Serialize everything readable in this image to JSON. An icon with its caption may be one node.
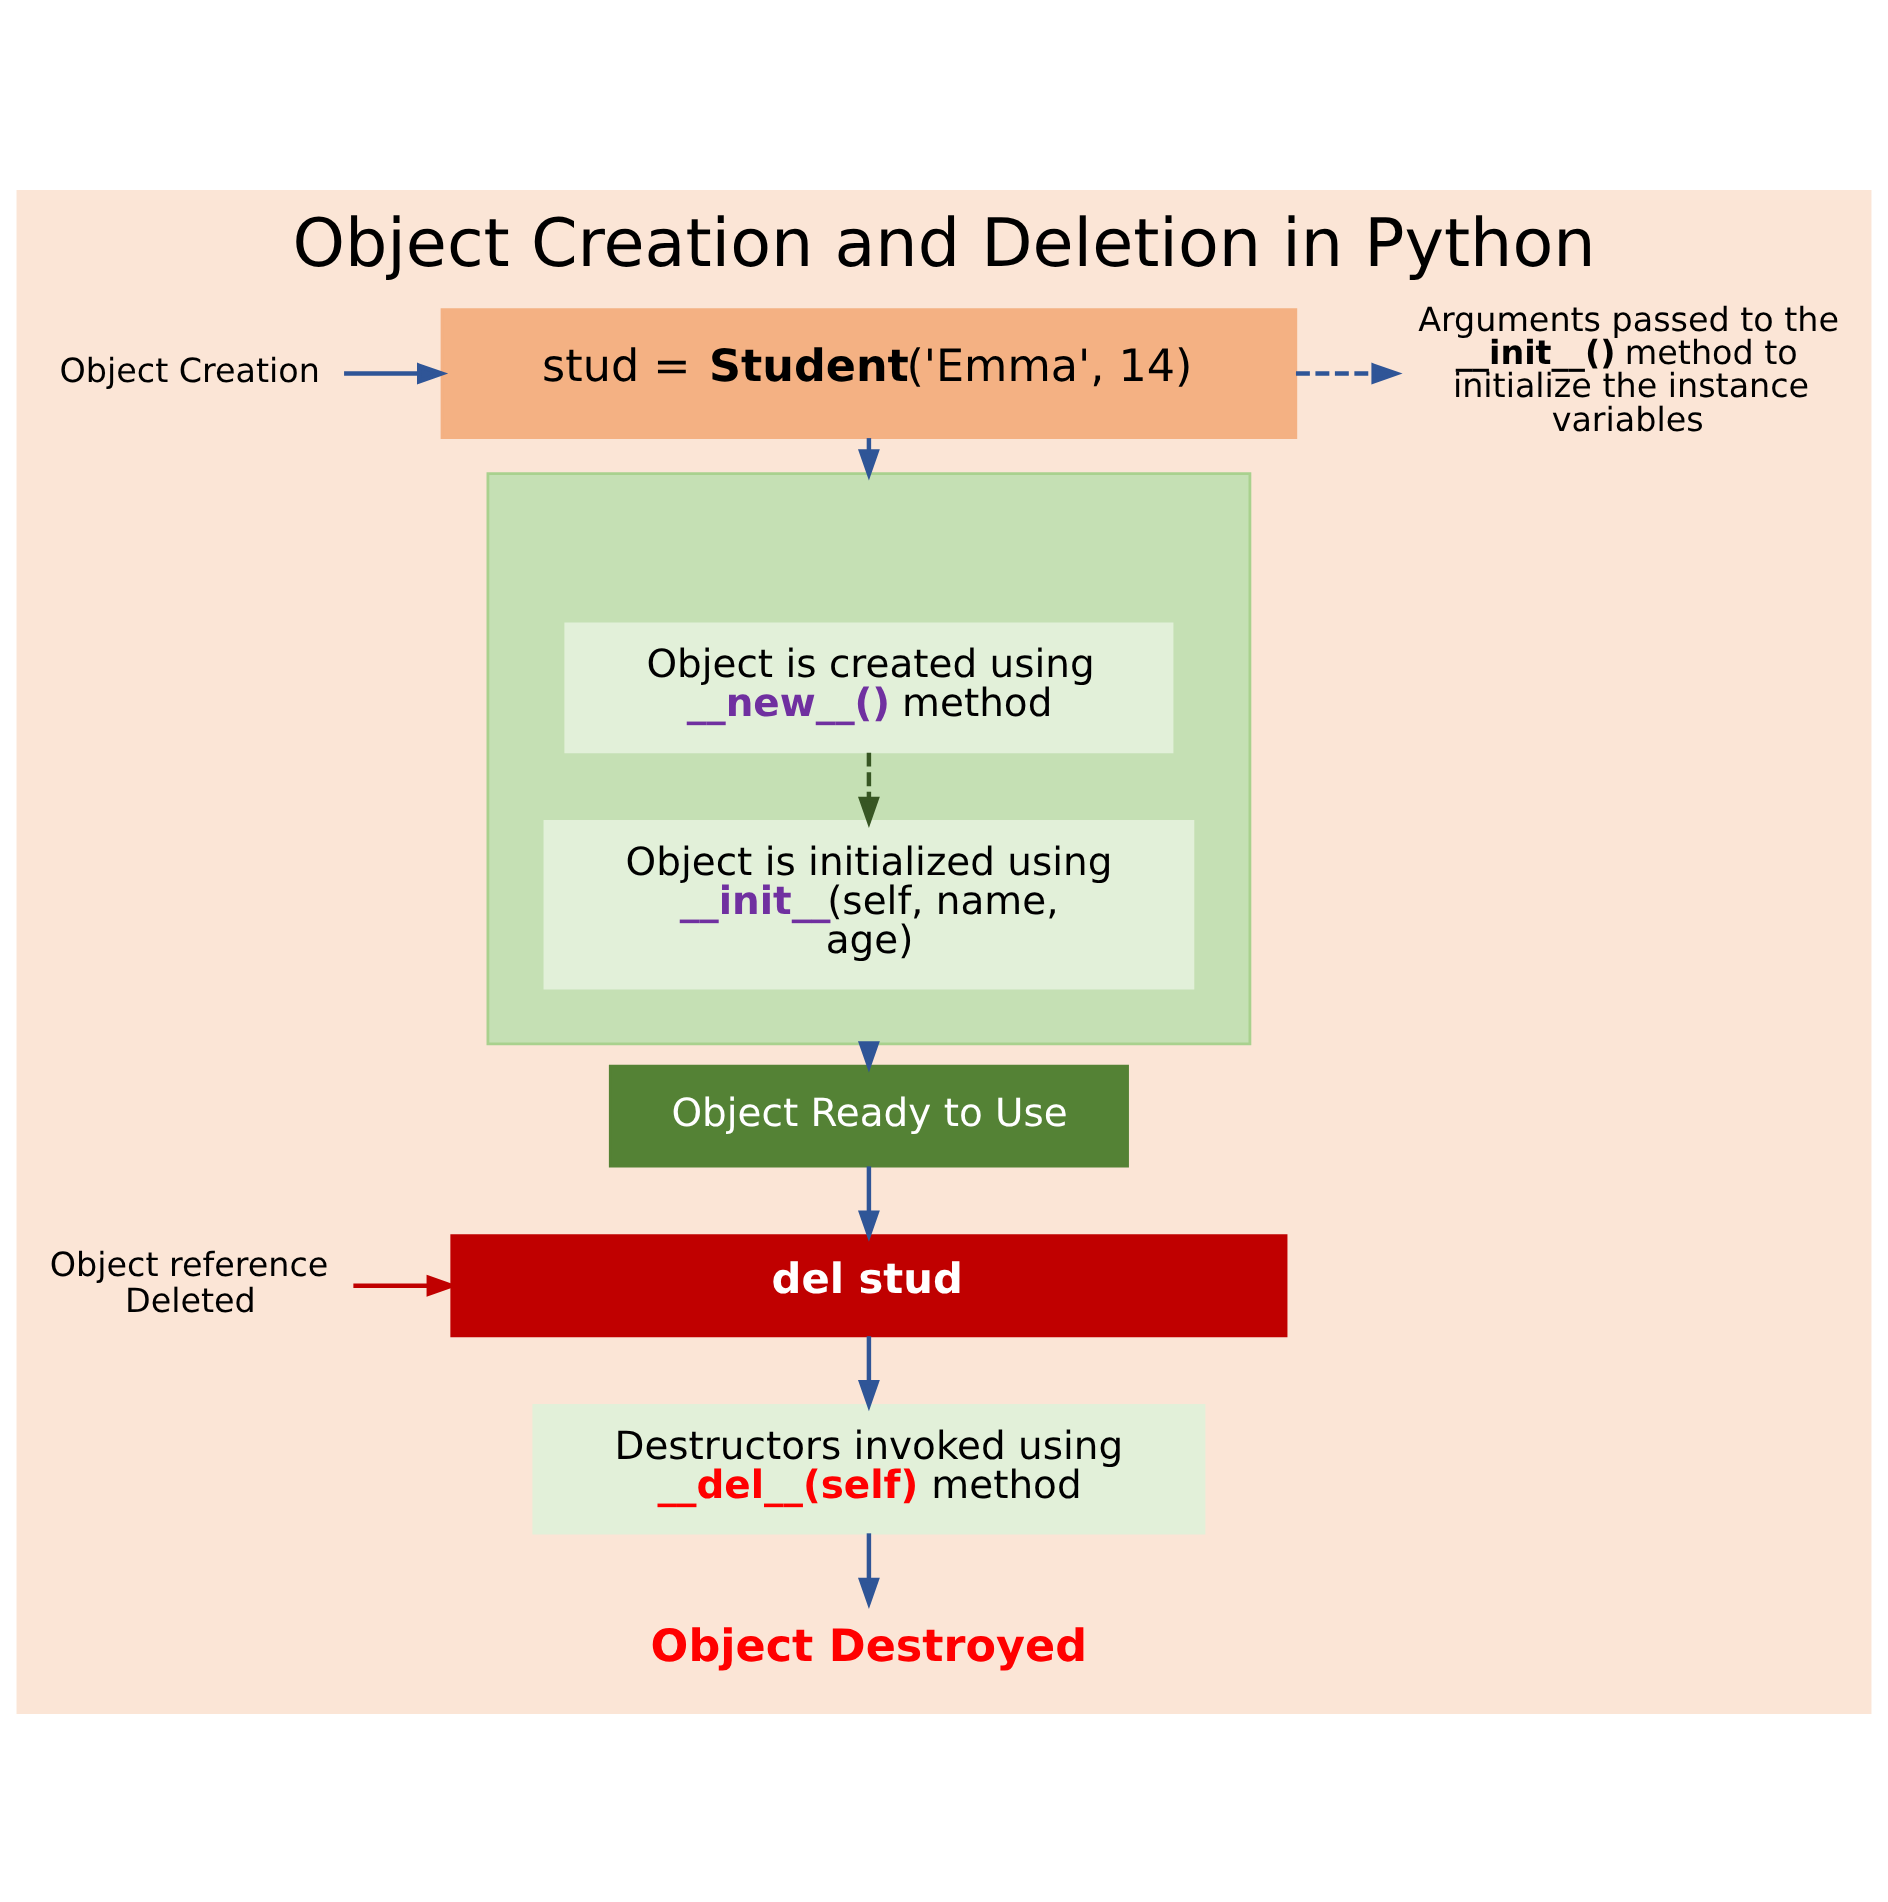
{
  "diagram": {
    "title": "Object Creation and Deletion in Python",
    "nodes": [
      {
        "text": [
          "Object Creation"
        ]
      },
      {
        "text": [
          "stud = **Student**('Emma', 14)"
        ]
      },
      {
        "text": [
          "Arguments passed to the **__init__()** method to initialize the instance variables"
        ]
      },
      {
        "text": [],
        "shape": "box"
      },
      {
        "text": [
          "Object is created using **__new__()** method"
        ],
        "in": 3
      },
      {
        "text": [
          "Object is initialized using **__init__**(self, name, age)"
        ],
        "in": 3
      },
      {
        "text": [
          "Object Ready to Use"
        ]
      },
      {
        "text": [
          "Object reference Deleted"
        ]
      },
      {
        "text": [
          "del stud"
        ]
      },
      {
        "text": [
          "Destructors invoked using **__del__(self)** method"
        ]
      },
      {
        "text": [
          "Object Destroyed"
        ]
      }
    ],
    "edges": [
      {
        "from": 0,
        "to": 1,
        "arrow": "to"
      },
      {
        "from": 1,
        "to": 2,
        "arrow": "to",
        "style": "dashed"
      },
      {
        "from": 1,
        "to": 3,
        "arrow": "to"
      },
      {
        "from": 4,
        "to": 5,
        "arrow": "to",
        "style": "dashed",
        "color": "#375623"
      },
      {
        "from": 3,
        "to": 6,
        "arrow": "to"
      },
      {
        "from": 6,
        "to": 8,
        "arrow": "to"
      },
      {
        "from": 7,
        "to": 8,
        "arrow": "to",
        "color": "#c00000"
      },
      {
        "from": 8,
        "to": 9,
        "arrow": "to"
      },
      {
        "from": 9,
        "to": 10,
        "arrow": "to"
      }
    ]
  }
}
